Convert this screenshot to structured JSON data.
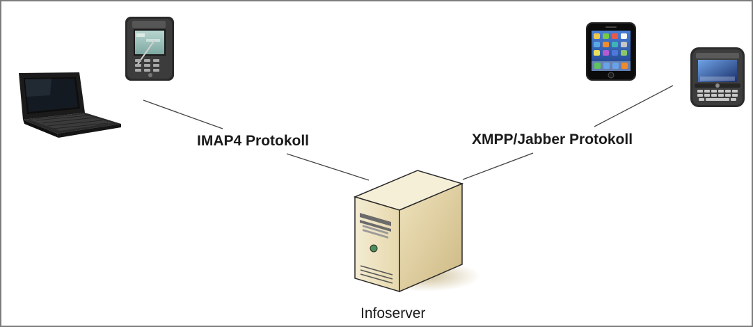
{
  "diagram": {
    "left_protocol_label": "IMAP4 Protokoll",
    "right_protocol_label": "XMPP/Jabber Protokoll",
    "server_label": "Infoserver"
  }
}
